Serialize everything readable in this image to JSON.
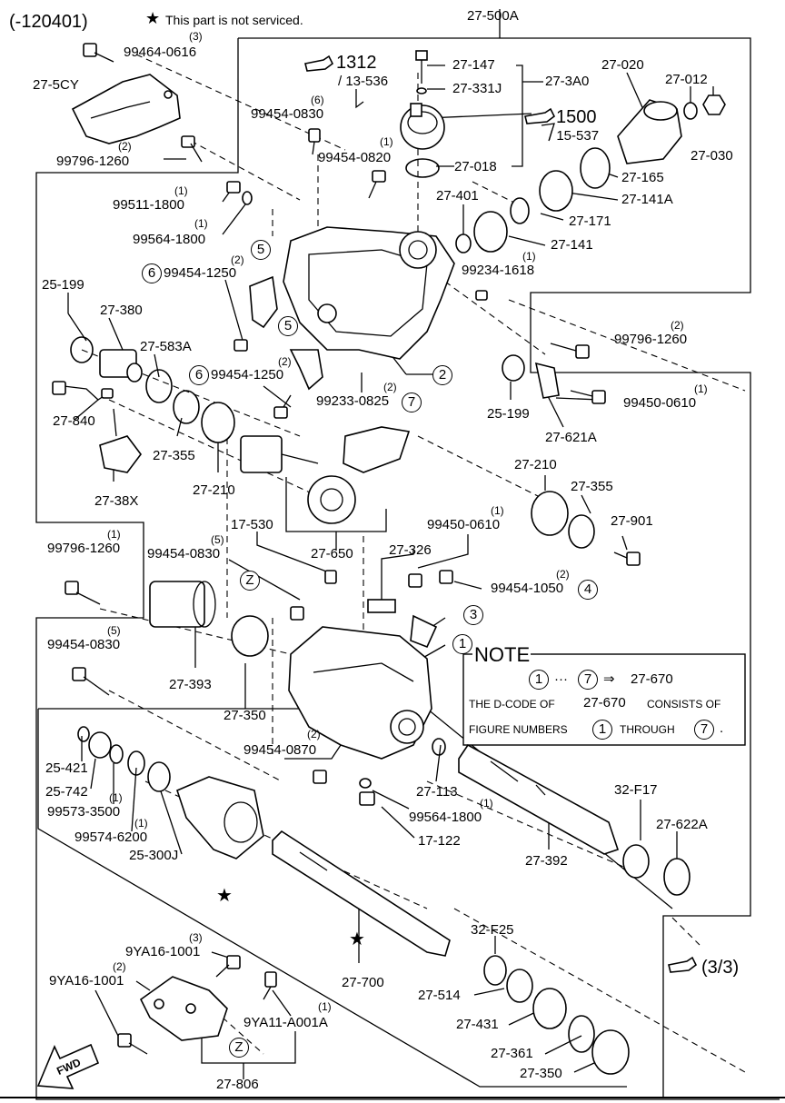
{
  "header": {
    "range": "(-120401)",
    "star_note": "This part is not serviced.",
    "top_ref": "27-500A"
  },
  "refs": {
    "ref1312": "1312",
    "ref1312_sub": "/ 13-536",
    "ref1500": "1500",
    "ref1500_sub": "/ 15-537",
    "next_page": "(3/3)",
    "fwd": "FWD"
  },
  "labels": {
    "l_99464_0616": "99464-0616",
    "q_99464_0616": "(3)",
    "l_27_5CY": "27-5CY",
    "l_99796_1260_a": "99796-1260",
    "q_99796_1260_a": "(2)",
    "l_27_147": "27-147",
    "l_27_331J": "27-331J",
    "l_27_3A0": "27-3A0",
    "l_27_020": "27-020",
    "l_27_012": "27-012",
    "l_27_030": "27-030",
    "l_99454_0830_a": "99454-0830",
    "q_99454_0830_a": "(6)",
    "l_99454_0820": "99454-0820",
    "q_99454_0820": "(1)",
    "l_27_018": "27-018",
    "l_27_165": "27-165",
    "l_27_141A": "27-141A",
    "l_99511_1800": "99511-1800",
    "q_99511_1800": "(1)",
    "l_27_401": "27-401",
    "l_27_171": "27-171",
    "l_99564_1800_a": "99564-1800",
    "q_99564_1800_a": "(1)",
    "l_27_141": "27-141",
    "l_99234_1618": "99234-1618",
    "q_99234_1618": "(1)",
    "l_99454_1250_a": "99454-1250",
    "q_99454_1250_a": "(2)",
    "l_25_199_a": "25-199",
    "l_27_380": "27-380",
    "l_99796_1260_b": "99796-1260",
    "q_99796_1260_b": "(2)",
    "l_27_583A": "27-583A",
    "l_99454_1250_b": "99454-1250",
    "q_99454_1250_b": "(2)",
    "l_99450_0610_a": "99450-0610",
    "q_99450_0610_a": "(1)",
    "l_99233_0825": "99233-0825",
    "q_99233_0825": "(2)",
    "l_27_840": "27-840",
    "l_25_199_b": "25-199",
    "l_27_355_a": "27-355",
    "l_27_621A": "27-621A",
    "l_27_210_a": "27-210",
    "l_27_38X": "27-38X",
    "l_27_210_b": "27-210",
    "l_27_355_b": "27-355",
    "l_27_901": "27-901",
    "l_17_530": "17-530",
    "l_99796_1260_c": "99796-1260",
    "q_99796_1260_c": "(1)",
    "l_99454_0830_b": "99454-0830",
    "q_99454_0830_b": "(5)",
    "l_27_650": "27-650",
    "l_27_326": "27-326",
    "l_99450_0610_b": "99450-0610",
    "q_99450_0610_b": "(1)",
    "l_99454_1050": "99454-1050",
    "q_99454_1050": "(2)",
    "l_99454_0830_c": "99454-0830",
    "q_99454_0830_c": "(5)",
    "l_27_393": "27-393",
    "l_27_350_a": "27-350",
    "l_99454_0870": "99454-0870",
    "q_99454_0870": "(2)",
    "l_25_421": "25-421",
    "l_25_742": "25-742",
    "l_99573_3500": "99573-3500",
    "q_99573_3500": "(1)",
    "l_99574_6200": "99574-6200",
    "q_99574_6200": "(1)",
    "l_25_300J": "25-300J",
    "l_27_113": "27-113",
    "l_99564_1800_b": "99564-1800",
    "q_99564_1800_b": "(1)",
    "l_17_122": "17-122",
    "l_32_F17": "32-F17",
    "l_27_622A": "27-622A",
    "l_27_392": "27-392",
    "l_32_F25": "32-F25",
    "l_27_514": "27-514",
    "l_27_431": "27-431",
    "l_27_361": "27-361",
    "l_27_350_b": "27-350",
    "l_27_700": "27-700",
    "l_9YA16_1001_a": "9YA16-1001",
    "q_9YA16_1001_a": "(3)",
    "l_9YA16_1001_b": "9YA16-1001",
    "q_9YA16_1001_b": "(2)",
    "l_9YA11_A001A": "9YA11-A001A",
    "q_9YA11_A001A": "(1)",
    "l_27_806": "27-806"
  },
  "figure_numbers": {
    "c5a": "5",
    "c6a": "6",
    "c5b": "5",
    "c6b": "6",
    "c2": "2",
    "c7": "7",
    "c4": "4",
    "c3": "3",
    "c1": "1",
    "cZa": "Z",
    "cZb": "Z"
  },
  "note": {
    "title": "NOTE",
    "range_from": "1",
    "range_dots": "···",
    "range_to": "7",
    "arrow": "⇒",
    "target": "27-670",
    "line2a": "THE D-CODE OF",
    "line2b": "27-670",
    "line2c": "CONSISTS OF",
    "line3a": "FIGURE NUMBERS",
    "line3b": "1",
    "line3c": "THROUGH",
    "line3d": "7",
    "line3e": "."
  }
}
